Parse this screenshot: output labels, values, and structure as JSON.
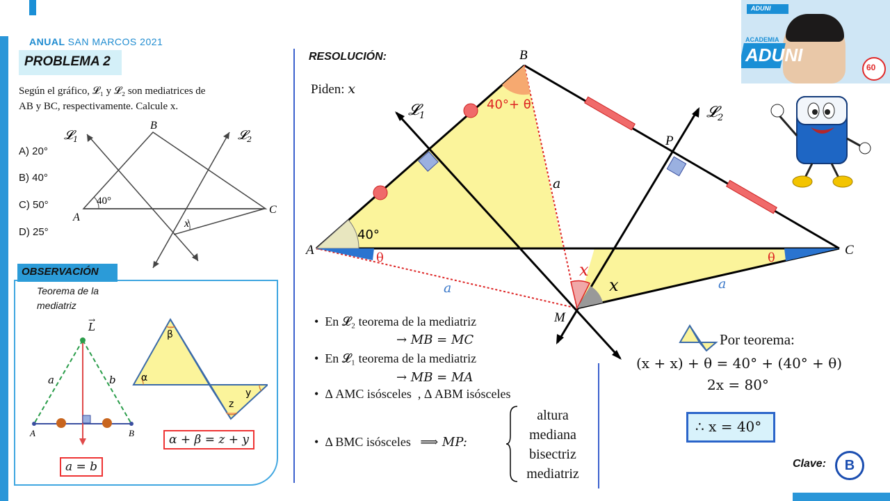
{
  "header": {
    "course": "ANUAL",
    "course_rest": "SAN MARCOS 2021"
  },
  "problem": {
    "badge": "PROBLEMA 2",
    "statement_line1": "Según el gráfico, 𝓛₁ y 𝓛₂ son mediatrices de",
    "statement_line2": "AB y BC, respectivamente. Calcule x.",
    "figure": {
      "B": "B",
      "A": "A",
      "C": "C",
      "L1": "𝓛",
      "L1_sub": "1",
      "L2": "𝓛",
      "L2_sub": "2",
      "angle_A": "40°",
      "x": "x"
    },
    "options": [
      "A) 20°",
      "B) 40°",
      "C) 50°",
      "D) 25°"
    ]
  },
  "observation": {
    "badge": "OBSERVACIÓN",
    "theorem_title": "Teorema de la mediatriz",
    "labels": {
      "L": "L",
      "a": "a",
      "b": "b",
      "A": "A",
      "B": "B"
    },
    "formula_equal": "a = b",
    "angles": {
      "alpha": "α",
      "beta": "β",
      "y": "y",
      "z": "z"
    },
    "formula_angles": "α + β = z + y"
  },
  "resolution": {
    "title": "RESOLUCIÓN:",
    "asked": "Piden: ",
    "asked_var": "x",
    "figure": {
      "B": "B",
      "A": "A",
      "C": "C",
      "M": "M",
      "P": "P",
      "L1": "𝓛",
      "L1_sub": "1",
      "L2": "𝓛",
      "L2_sub": "2",
      "angle_B": "40°+ θ",
      "angle_A": "40°",
      "theta_A": "θ",
      "theta_C": "θ",
      "a_BM": "a",
      "a_AM": "a",
      "a_CM": "a",
      "x_red": "x",
      "x_black": "x"
    },
    "bullets": [
      {
        "main": "En 𝓛₂ teorema de la mediatriz",
        "sub": "→ MB  =  MC"
      },
      {
        "main": "En 𝓛₁ teorema de la mediatriz",
        "sub": "→ MB  =  MA"
      },
      {
        "main": "Δ AMC isósceles",
        "extra": ", Δ ABM isósceles"
      },
      {
        "main": "Δ BMC isósceles",
        "arrow": "⟹ MP:"
      }
    ],
    "mp_properties": [
      "altura",
      "mediana",
      "bisectriz",
      "mediatriz"
    ],
    "theorem_label": "Por teorema:",
    "eq1": "(x + x)  +  θ = 40° + (40° +  θ)",
    "eq2": "2x = 80°",
    "answer": "∴ x = 40°"
  },
  "footer": {
    "clave_label": "Clave:",
    "clave_value": "B"
  },
  "webcam": {
    "brand": "ADUNI",
    "academy": "ACADEMIA",
    "sixty": "60"
  }
}
